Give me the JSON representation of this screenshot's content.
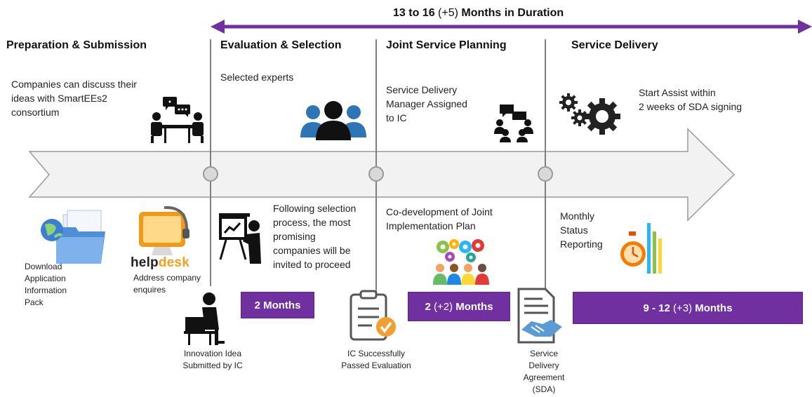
{
  "banner": {
    "text": "13 to 16",
    "paren": "(+5)",
    "suffix": "Months in Duration",
    "color": "#7030a0"
  },
  "phases": [
    {
      "title": "Preparation & Submission"
    },
    {
      "title": "Evaluation & Selection"
    },
    {
      "title": "Joint Service Planning"
    },
    {
      "title": "Service Delivery"
    }
  ],
  "top_texts": {
    "prep": [
      "Companies can discuss their",
      "ideas with SmartEEs2",
      "consortium"
    ],
    "eval": [
      "Selected experts"
    ],
    "planning": [
      "Service Delivery",
      "Manager Assigned",
      "to IC"
    ],
    "delivery": [
      "Start Assist within",
      "2 weeks of SDA signing"
    ]
  },
  "bottom_texts": {
    "eval": [
      "Following selection",
      "process, the most",
      "promising",
      "companies will be",
      "invited to proceed"
    ],
    "planning": [
      "Co-development  of Joint",
      "Implementation Plan"
    ],
    "delivery": [
      "Monthly",
      "Status",
      "Reporting"
    ]
  },
  "small_labels": {
    "download": [
      "Download",
      "Application",
      "Information",
      "Pack"
    ],
    "helpdesk_logo": {
      "help": "help",
      "desk": "desk"
    },
    "helpdesk_caption": [
      "Address company",
      "enquires"
    ],
    "innovation": [
      "Innovation Idea",
      "Submitted by IC"
    ],
    "passed": [
      "IC Successfully",
      "Passed Evaluation"
    ],
    "sda": [
      "Service",
      "Delivery",
      "Agreement",
      "(SDA)"
    ]
  },
  "durations": [
    {
      "main": "2 Months",
      "paren": ""
    },
    {
      "main": "2",
      "paren": "(+2)",
      "rest": "Months"
    },
    {
      "main": "9 - 12",
      "paren": "(+3)",
      "rest": "Months"
    }
  ],
  "icons": [
    "meeting-icon",
    "people-group-icon",
    "collaboration-icon",
    "gears-icon",
    "folder-globe-icon",
    "helpdesk-computer-icon",
    "presentation-icon",
    "team-gears-icon",
    "stopwatch-chart-icon",
    "person-at-computer-icon",
    "checklist-icon",
    "handshake-document-icon"
  ]
}
